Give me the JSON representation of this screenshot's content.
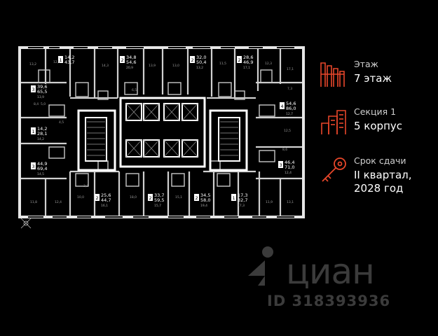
{
  "info": {
    "floor_label": "Этаж",
    "floor_value": "7 этаж",
    "section_label": "Секция 1",
    "section_value": "5 корпус",
    "deadline_label": "Срок сдачи",
    "deadline_value_line1": "II квартал,",
    "deadline_value_line2": "2028 год",
    "accent_color": "#e8472a"
  },
  "watermark": {
    "brand": "циан",
    "id": "ID 318393936"
  },
  "apartments": [
    {
      "rooms": "3",
      "a": "39,6",
      "b": "65,5",
      "c": "13,9"
    },
    {
      "rooms": "1",
      "a": "14,2",
      "b": "43,7",
      "c": ""
    },
    {
      "rooms": "2",
      "a": "34,8",
      "b": "54,6",
      "c": "20,9"
    },
    {
      "rooms": "2",
      "a": "32,0",
      "b": "50,4",
      "c": "13,2"
    },
    {
      "rooms": "2",
      "a": "28,6",
      "b": "46,9",
      "c": "17,1"
    },
    {
      "rooms": "1",
      "a": "14,2",
      "b": "28,1",
      "c": "14,2"
    },
    {
      "rooms": "4",
      "a": "54,6",
      "b": "86,0",
      "c": "12,7"
    },
    {
      "rooms": "3",
      "a": "44,9",
      "b": "69,4",
      "c": "14,5"
    },
    {
      "rooms": "3",
      "a": "46,4",
      "b": "71,0",
      "c": "12,4"
    },
    {
      "rooms": "2",
      "a": "25,6",
      "b": "44,7",
      "c": "16,1"
    },
    {
      "rooms": "2",
      "a": "33,7",
      "b": "59,5",
      "c": "15,7"
    },
    {
      "rooms": "2",
      "a": "34,5",
      "b": "58,0",
      "c": "19,4"
    },
    {
      "rooms": "1",
      "a": "17,3",
      "b": "32,7",
      "c": "17,3"
    }
  ],
  "room_areas": [
    "13,2",
    "12,5",
    "14,3",
    "13,9",
    "13,0",
    "11,5",
    "12,3",
    "17,1",
    "8,4",
    "7,3",
    "5,0",
    "4,5",
    "12,5",
    "8,6",
    "11,8",
    "12,4",
    "11,9",
    "13,1",
    "18,0",
    "15,1",
    "10,0",
    "6,5",
    "3,3"
  ]
}
